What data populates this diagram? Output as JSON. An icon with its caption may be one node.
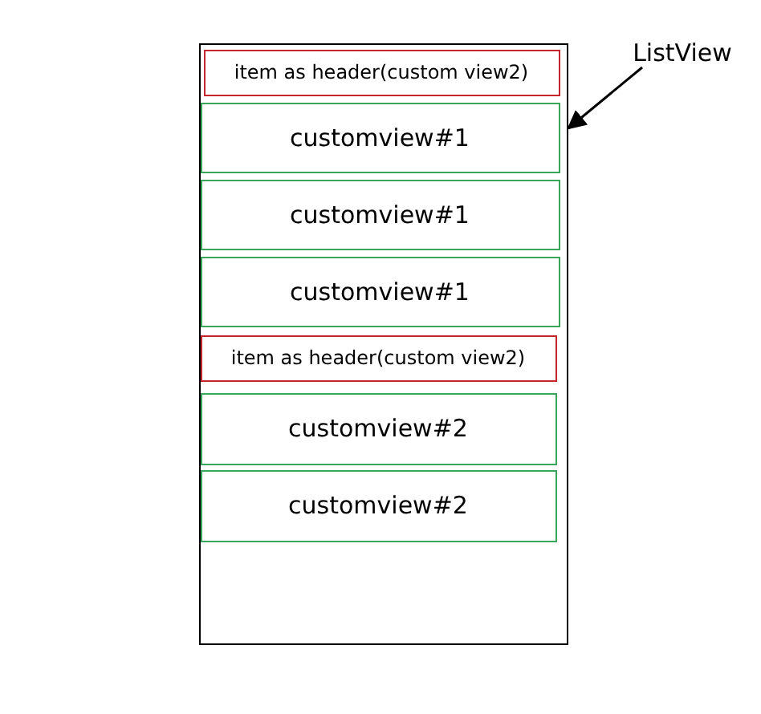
{
  "diagram": {
    "nodes": [
      {
        "text": [
          "ListView"
        ]
      },
      {
        "text": [],
        "shape": "box"
      },
      {
        "text": [
          "item as header(custom view2)"
        ],
        "in": 1
      },
      {
        "text": [
          "customview#1"
        ],
        "in": 1
      },
      {
        "text": [
          "customview#1"
        ],
        "in": 1
      },
      {
        "text": [
          "customview#1"
        ],
        "in": 1
      },
      {
        "text": [
          "item as header(custom view2)"
        ],
        "in": 1
      },
      {
        "text": [
          "customview#2"
        ],
        "in": 1
      },
      {
        "text": [
          "customview#2"
        ],
        "in": 1
      }
    ],
    "edges": [
      {
        "from": 0,
        "to": 1,
        "arrow": "to"
      }
    ]
  }
}
